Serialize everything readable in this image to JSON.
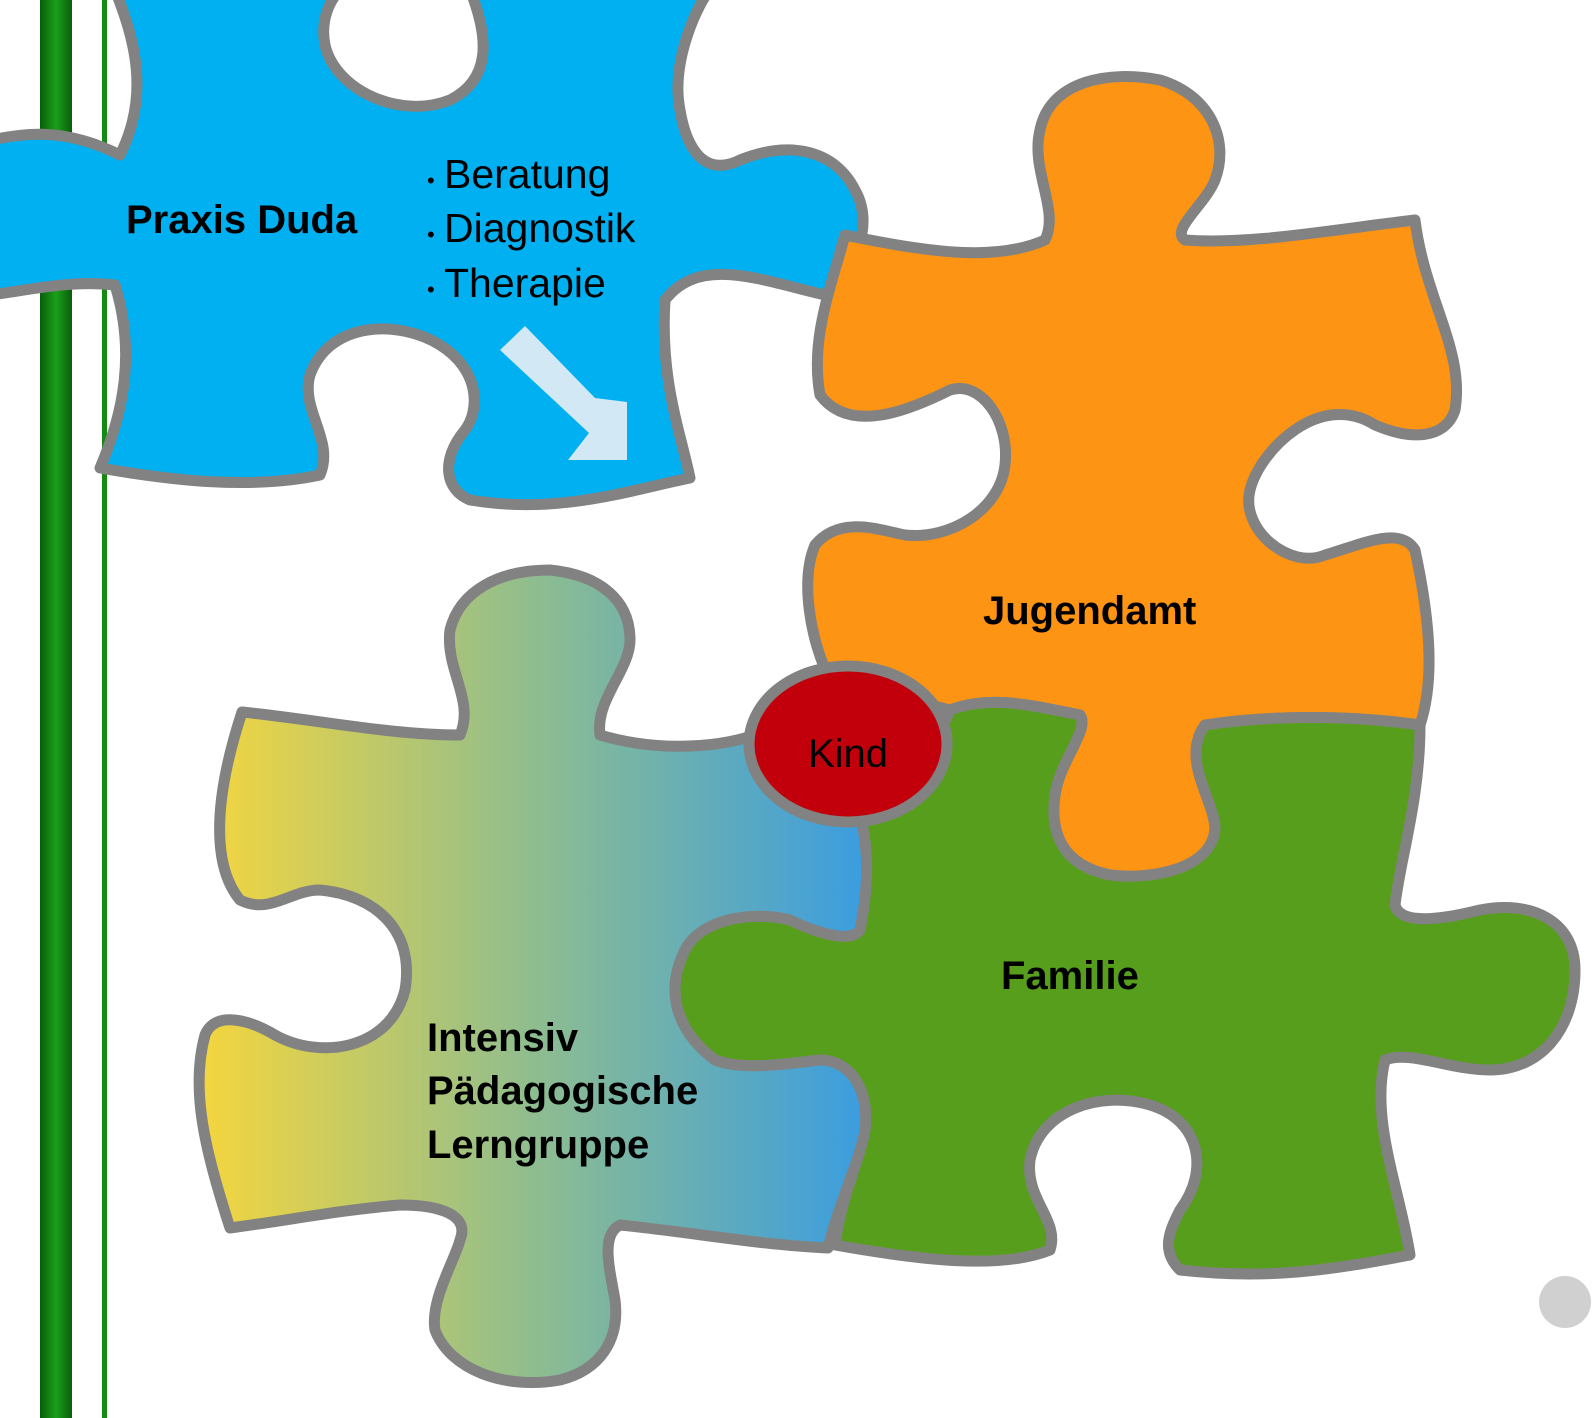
{
  "pieces": {
    "praxis": {
      "title": "Praxis Duda",
      "items": [
        "Beratung",
        "Diagnostik",
        "Therapie"
      ],
      "bullet": "•",
      "color": "#00b0f0"
    },
    "jugendamt": {
      "title": "Jugendamt",
      "color": "#fe9413"
    },
    "familie": {
      "title": "Familie",
      "color": "#579e1c"
    },
    "lerngruppe": {
      "lines": [
        "Intensiv",
        "Pädagogische",
        "Lerngruppe"
      ],
      "gradient": [
        "#f5d63d",
        "#8fbd8f",
        "#3a9de0"
      ]
    }
  },
  "center": {
    "label": "Kind",
    "color": "#c1000b"
  },
  "colors": {
    "outline": "#828282",
    "arrow": "#d2e8f5",
    "bar_green": "#138b13"
  }
}
